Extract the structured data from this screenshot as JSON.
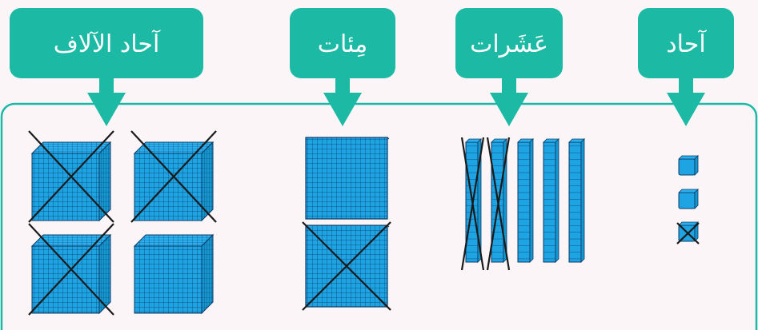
{
  "columns": [
    {
      "label": "آحاد الآلاف",
      "kind": "thousands",
      "count": 4,
      "crossed": [
        true,
        true,
        true,
        false
      ]
    },
    {
      "label": "مِئات",
      "kind": "hundreds",
      "count": 2,
      "crossed": [
        false,
        true
      ]
    },
    {
      "label": "عَشَرات",
      "kind": "tens",
      "count": 5,
      "crossed": [
        true,
        true,
        false,
        false,
        false
      ]
    },
    {
      "label": "آحاد",
      "kind": "ones",
      "count": 3,
      "crossed": [
        false,
        false,
        true
      ]
    }
  ],
  "colors": {
    "accent": "#1cbaa5",
    "block": "#1ea3e3",
    "grid": "#0d3b66",
    "cross": "#1a1a1a",
    "background": "#fbf5f8"
  }
}
